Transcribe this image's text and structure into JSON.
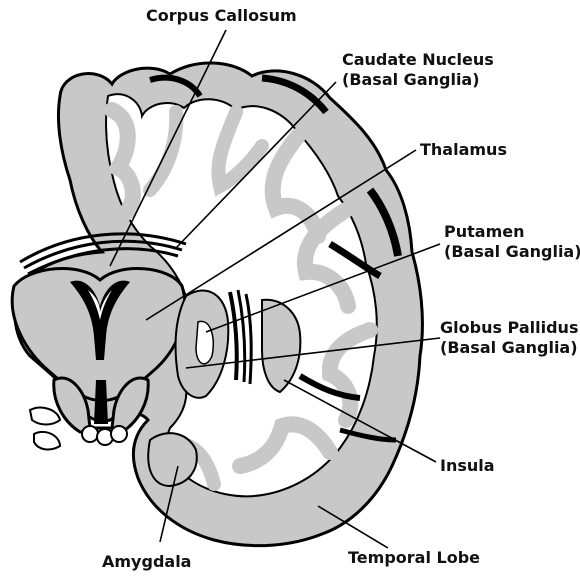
{
  "labels": {
    "corpus_callosum": "Corpus Callosum",
    "caudate_line1": "Caudate Nucleus",
    "caudate_line2": "(Basal Ganglia)",
    "thalamus": "Thalamus",
    "putamen_line1": "Putamen",
    "putamen_line2": "(Basal Ganglia)",
    "globus_line1": "Globus Pallidus",
    "globus_line2": "(Basal Ganglia)",
    "insula": "Insula",
    "temporal_lobe": "Temporal Lobe",
    "amygdala": "Amygdala"
  },
  "colors": {
    "gray_matter": "#c8c8c8",
    "white_matter": "#ffffff",
    "ventricle": "#000000",
    "outline": "#000000",
    "label_text": "#111111"
  }
}
